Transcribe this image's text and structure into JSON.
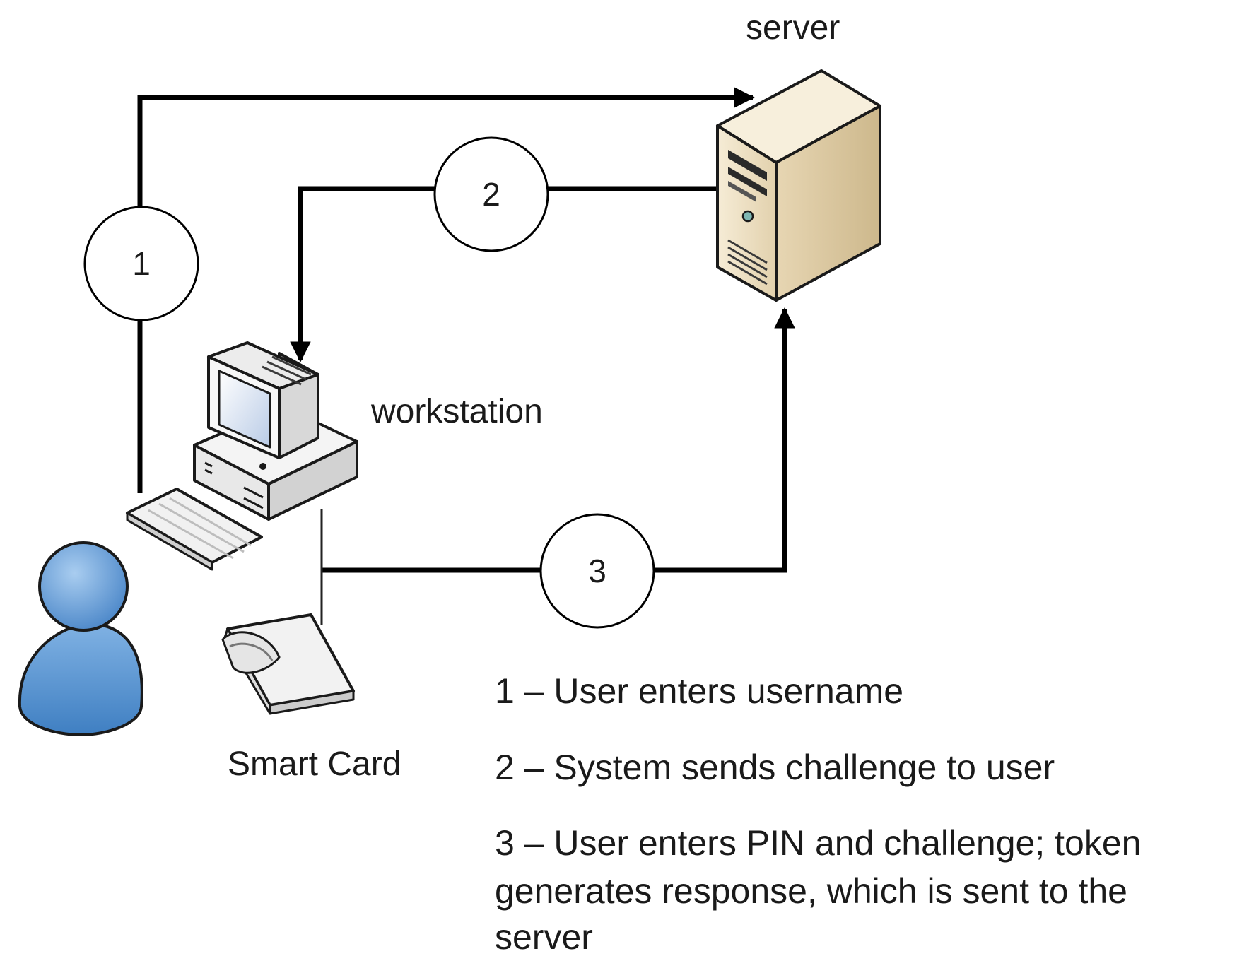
{
  "nodes": {
    "server": "server",
    "workstation": "workstation",
    "smart_card": "Smart Card"
  },
  "steps": [
    "1",
    "2",
    "3"
  ],
  "legend": [
    "1 – User enters username",
    "2 – System sends challenge to user",
    "3 – User enters PIN and challenge; token",
    "generates response, which is sent to the",
    "server"
  ],
  "colors": {
    "line": "#000000",
    "server_body": "#e9dcc0",
    "user_blue": "#5b93cf",
    "workstation": "#f0f0f0"
  },
  "icons": [
    "server-icon",
    "workstation-icon",
    "keyboard-icon",
    "user-icon",
    "smart-card-reader-icon"
  ]
}
